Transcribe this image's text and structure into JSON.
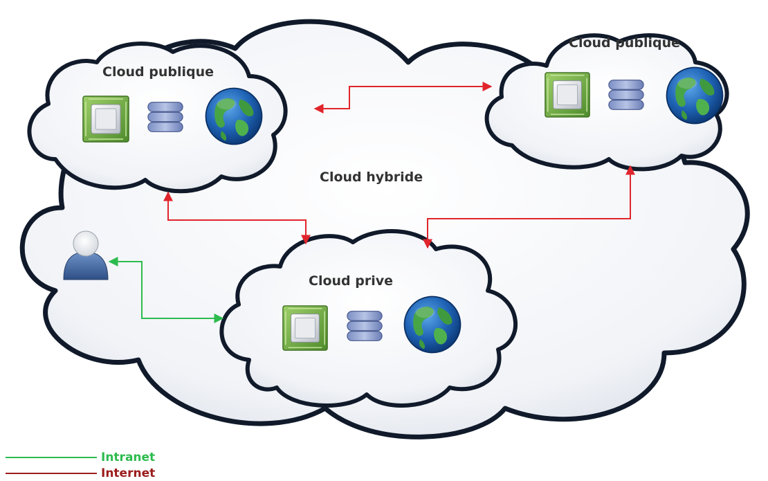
{
  "diagram": {
    "hybrid_label": "Cloud hybride",
    "clouds": {
      "public_left": {
        "label": "Cloud publique"
      },
      "public_right": {
        "label": "Cloud publique"
      },
      "private": {
        "label": "Cloud prive"
      }
    },
    "legend": {
      "intranet": {
        "label": "Intranet",
        "color": "#2dbb4e"
      },
      "internet": {
        "label": "Internet",
        "color": "#9b1c1c"
      }
    },
    "colors": {
      "internet_arrow": "#e0242b",
      "intranet_arrow": "#2dbb4e",
      "cloud_outline": "#101a2a",
      "cloud_fill": "#f2f4f8"
    },
    "icons": [
      "server-icon",
      "database-icon",
      "globe-icon",
      "user-icon"
    ]
  }
}
